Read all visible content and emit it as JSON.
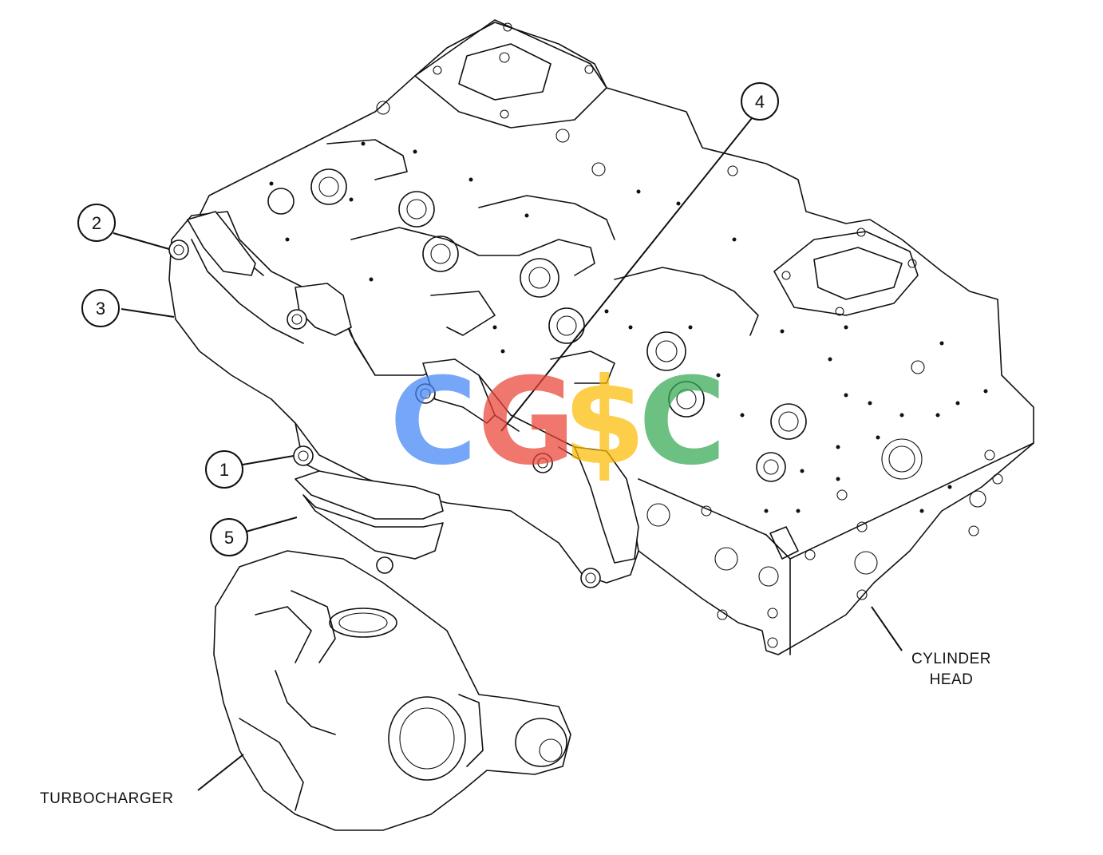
{
  "callouts": [
    {
      "id": "1",
      "label": "1"
    },
    {
      "id": "2",
      "label": "2"
    },
    {
      "id": "3",
      "label": "3"
    },
    {
      "id": "4",
      "label": "4"
    },
    {
      "id": "5",
      "label": "5"
    }
  ],
  "labels": {
    "cylinder_head_line1": "CYLINDER",
    "cylinder_head_line2": "HEAD",
    "turbocharger": "TURBOCHARGER"
  },
  "watermark": {
    "letters": [
      "C",
      "G",
      "$",
      "C"
    ],
    "colors": [
      "#4285F4",
      "#EA4335",
      "#FBBC05",
      "#34A853"
    ]
  }
}
